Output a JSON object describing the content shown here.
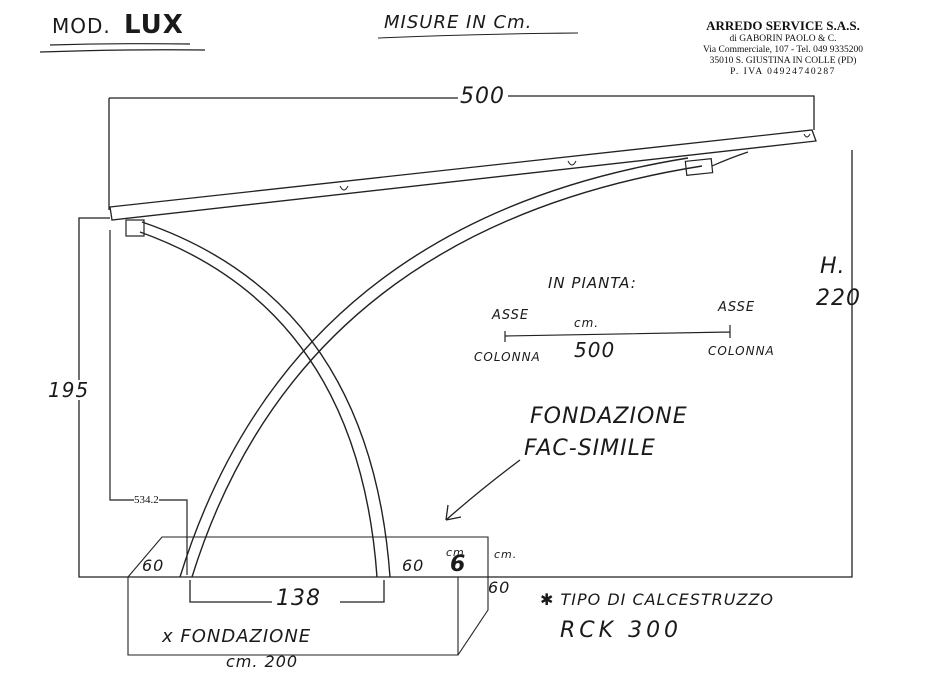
{
  "header": {
    "model_prefix": "MOD.",
    "model_name": "LUX",
    "units_note": "MISURE IN Cm."
  },
  "company": {
    "name": "ARREDO SERVICE S.A.S.",
    "owner": "di GABORIN PAOLO & C.",
    "address": "Via Commerciale, 107 - Tel. 049 9335200",
    "city": "35010 S. GIUSTINA IN COLLE (PD)",
    "vat": "P. IVA 04924740287"
  },
  "dimensions": {
    "width": "500",
    "height_label": "H.",
    "height_value": "220",
    "side_height": "195",
    "inner_height": "534.2",
    "base_spacing": "138",
    "base_left": "60",
    "base_right": "60",
    "col_size": "6",
    "col_unit_top": "cm",
    "col_unit_side": "cm.",
    "depth": "60"
  },
  "plan_note": {
    "title": "IN PIANTA:",
    "left_label_top": "ASSE",
    "left_label_bottom": "COLONNA",
    "right_label_top": "ASSE",
    "right_label_bottom": "COLONNA",
    "unit": "cm.",
    "distance": "500"
  },
  "foundation": {
    "line1": "FONDAZIONE",
    "line2": "FAC-SIMILE",
    "bottom_line1": "x FONDAZIONE",
    "bottom_line2": "cm. 200"
  },
  "concrete": {
    "line1": "✱ TIPO DI CALCESTRUZZO",
    "line2": "RCK 300"
  }
}
